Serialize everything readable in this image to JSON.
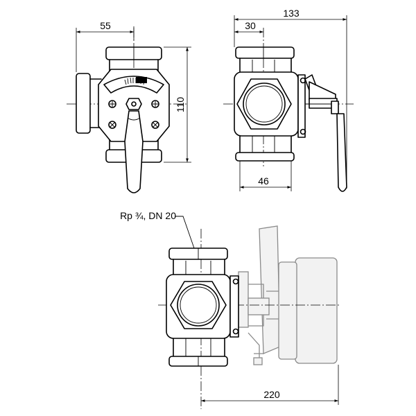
{
  "dimensions": {
    "width_top_left": "55",
    "height_top_left": "110",
    "overall_top_right": "133",
    "offset_top_right": "30",
    "bottom_width_top_right": "46",
    "bottom_overall": "220"
  },
  "callout": {
    "thread_label": "Rp ¾, DN 20"
  }
}
